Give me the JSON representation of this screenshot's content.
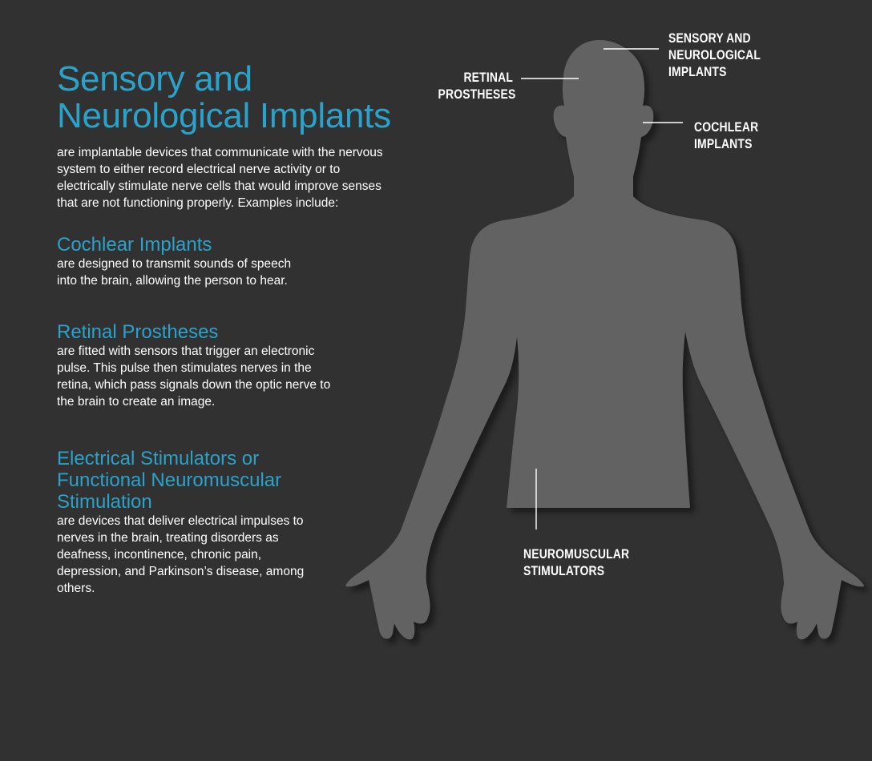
{
  "title": "Sensory and Neurological Implants",
  "intro": "are implantable devices that communicate with the nervous system to either record electrical nerve activity or to electrically stimulate nerve cells that would improve senses that are not functioning properly. Examples include:",
  "sections": [
    {
      "heading": "Cochlear Implants",
      "body": "are designed to transmit sounds of speech into the brain, allowing the person to hear."
    },
    {
      "heading": "Retinal Prostheses",
      "body": "are fitted with sensors that trigger an electronic pulse. This pulse then stimulates nerves in the retina, which pass signals down the optic nerve to the brain to create an image."
    },
    {
      "heading": "Electrical Stimulators or Functional Neuromuscular Stimulation",
      "body": "are devices that deliver electrical impulses to nerves in the brain, treating disorders as deafness, incontinence, chronic pain, depression, and Parkinson’s disease, among others."
    }
  ],
  "callouts": {
    "sensory": "SENSORY AND\nNEUROLOGICAL\nIMPLANTS",
    "retinal": "RETINAL\nPROSTHESES",
    "cochlear": "COCHLEAR\nIMPLANTS",
    "neuro": "NEUROMUSCULAR\nSTIMULATORS"
  },
  "colors": {
    "background": "#313131",
    "accent": "#2aa2c9",
    "silhouette": "#626262",
    "text": "#ffffff"
  }
}
